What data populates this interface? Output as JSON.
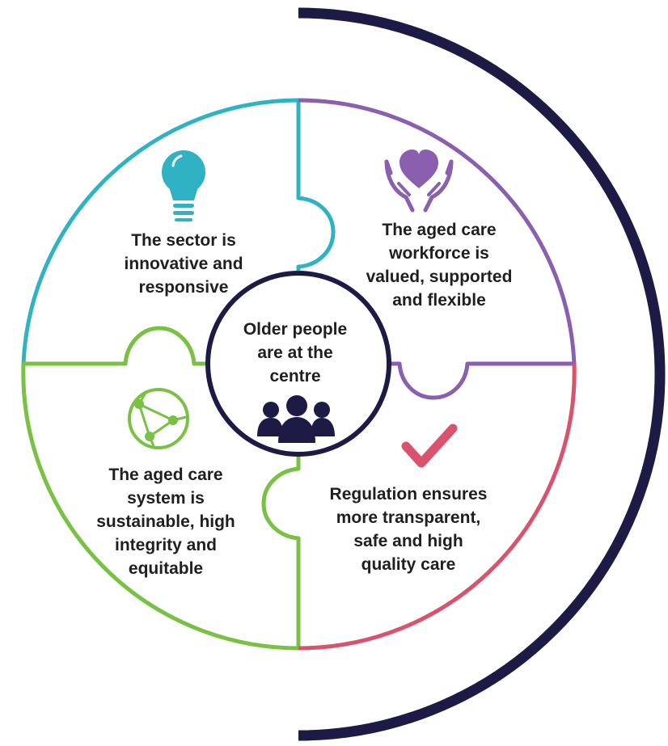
{
  "colors": {
    "arc": "#1d1a46",
    "teal": "#2fb3c4",
    "purple": "#8a5fb0",
    "green": "#78c143",
    "pink": "#d9536d",
    "centre_border": "#1d1a46",
    "text": "#1f1f1f"
  },
  "centre": {
    "lines": [
      "Older people",
      "are at the",
      "centre"
    ],
    "icon": "people-group-icon"
  },
  "quadrants": {
    "top_left": {
      "icon": "lightbulb-icon",
      "color": "#2fb3c4",
      "lines": [
        "The sector is",
        "innovative and",
        "responsive"
      ]
    },
    "top_right": {
      "icon": "heart-in-hands-icon",
      "color": "#8a5fb0",
      "lines": [
        "The aged care",
        "workforce is",
        "valued, supported",
        "and flexible"
      ]
    },
    "bottom_left": {
      "icon": "network-globe-icon",
      "color": "#78c143",
      "lines": [
        "The aged care",
        "system is",
        "sustainable, high",
        "integrity and",
        "equitable"
      ]
    },
    "bottom_right": {
      "icon": "checkmark-icon",
      "color": "#d9536d",
      "lines": [
        "Regulation ensures",
        "more transparent,",
        "safe and high",
        "quality care"
      ]
    }
  }
}
